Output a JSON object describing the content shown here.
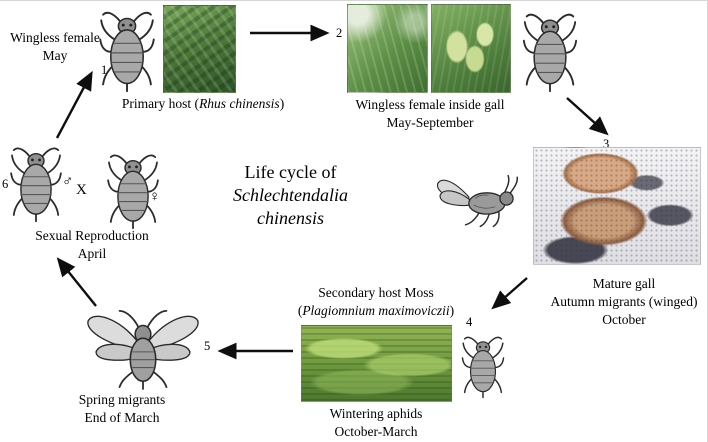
{
  "title": {
    "line1": "Life cycle of",
    "line2": "Schlechtendalia",
    "line3": "chinensis"
  },
  "colors": {
    "text": "#000000",
    "arrow": "#0e0e0e"
  },
  "stages": {
    "s1": {
      "number": "1",
      "label1": "Wingless female",
      "label2": "May",
      "cap_pre": "Primary host (",
      "cap_species": "Rhus chinensis",
      "cap_suf": ")"
    },
    "s2": {
      "number": "2",
      "cap1": "Wingless female inside gall",
      "cap2": "May-September"
    },
    "s3": {
      "number": "3",
      "cap1": "Mature gall",
      "cap2": "Autumn migrants (winged)",
      "cap3": "October"
    },
    "s4": {
      "number": "4",
      "host1": "Secondary host Moss",
      "host_pre": "(",
      "host_species": "Plagiomnium maximoviczii",
      "host_suf": ")",
      "cap1": "Wintering aphids",
      "cap2": "October-March"
    },
    "s5": {
      "number": "5",
      "cap1": "Spring migrants",
      "cap2": "End of March"
    },
    "s6": {
      "number": "6",
      "male": "♂",
      "cross": "X",
      "female": "♀",
      "cap1": "Sexual Reproduction",
      "cap2": "April"
    }
  }
}
